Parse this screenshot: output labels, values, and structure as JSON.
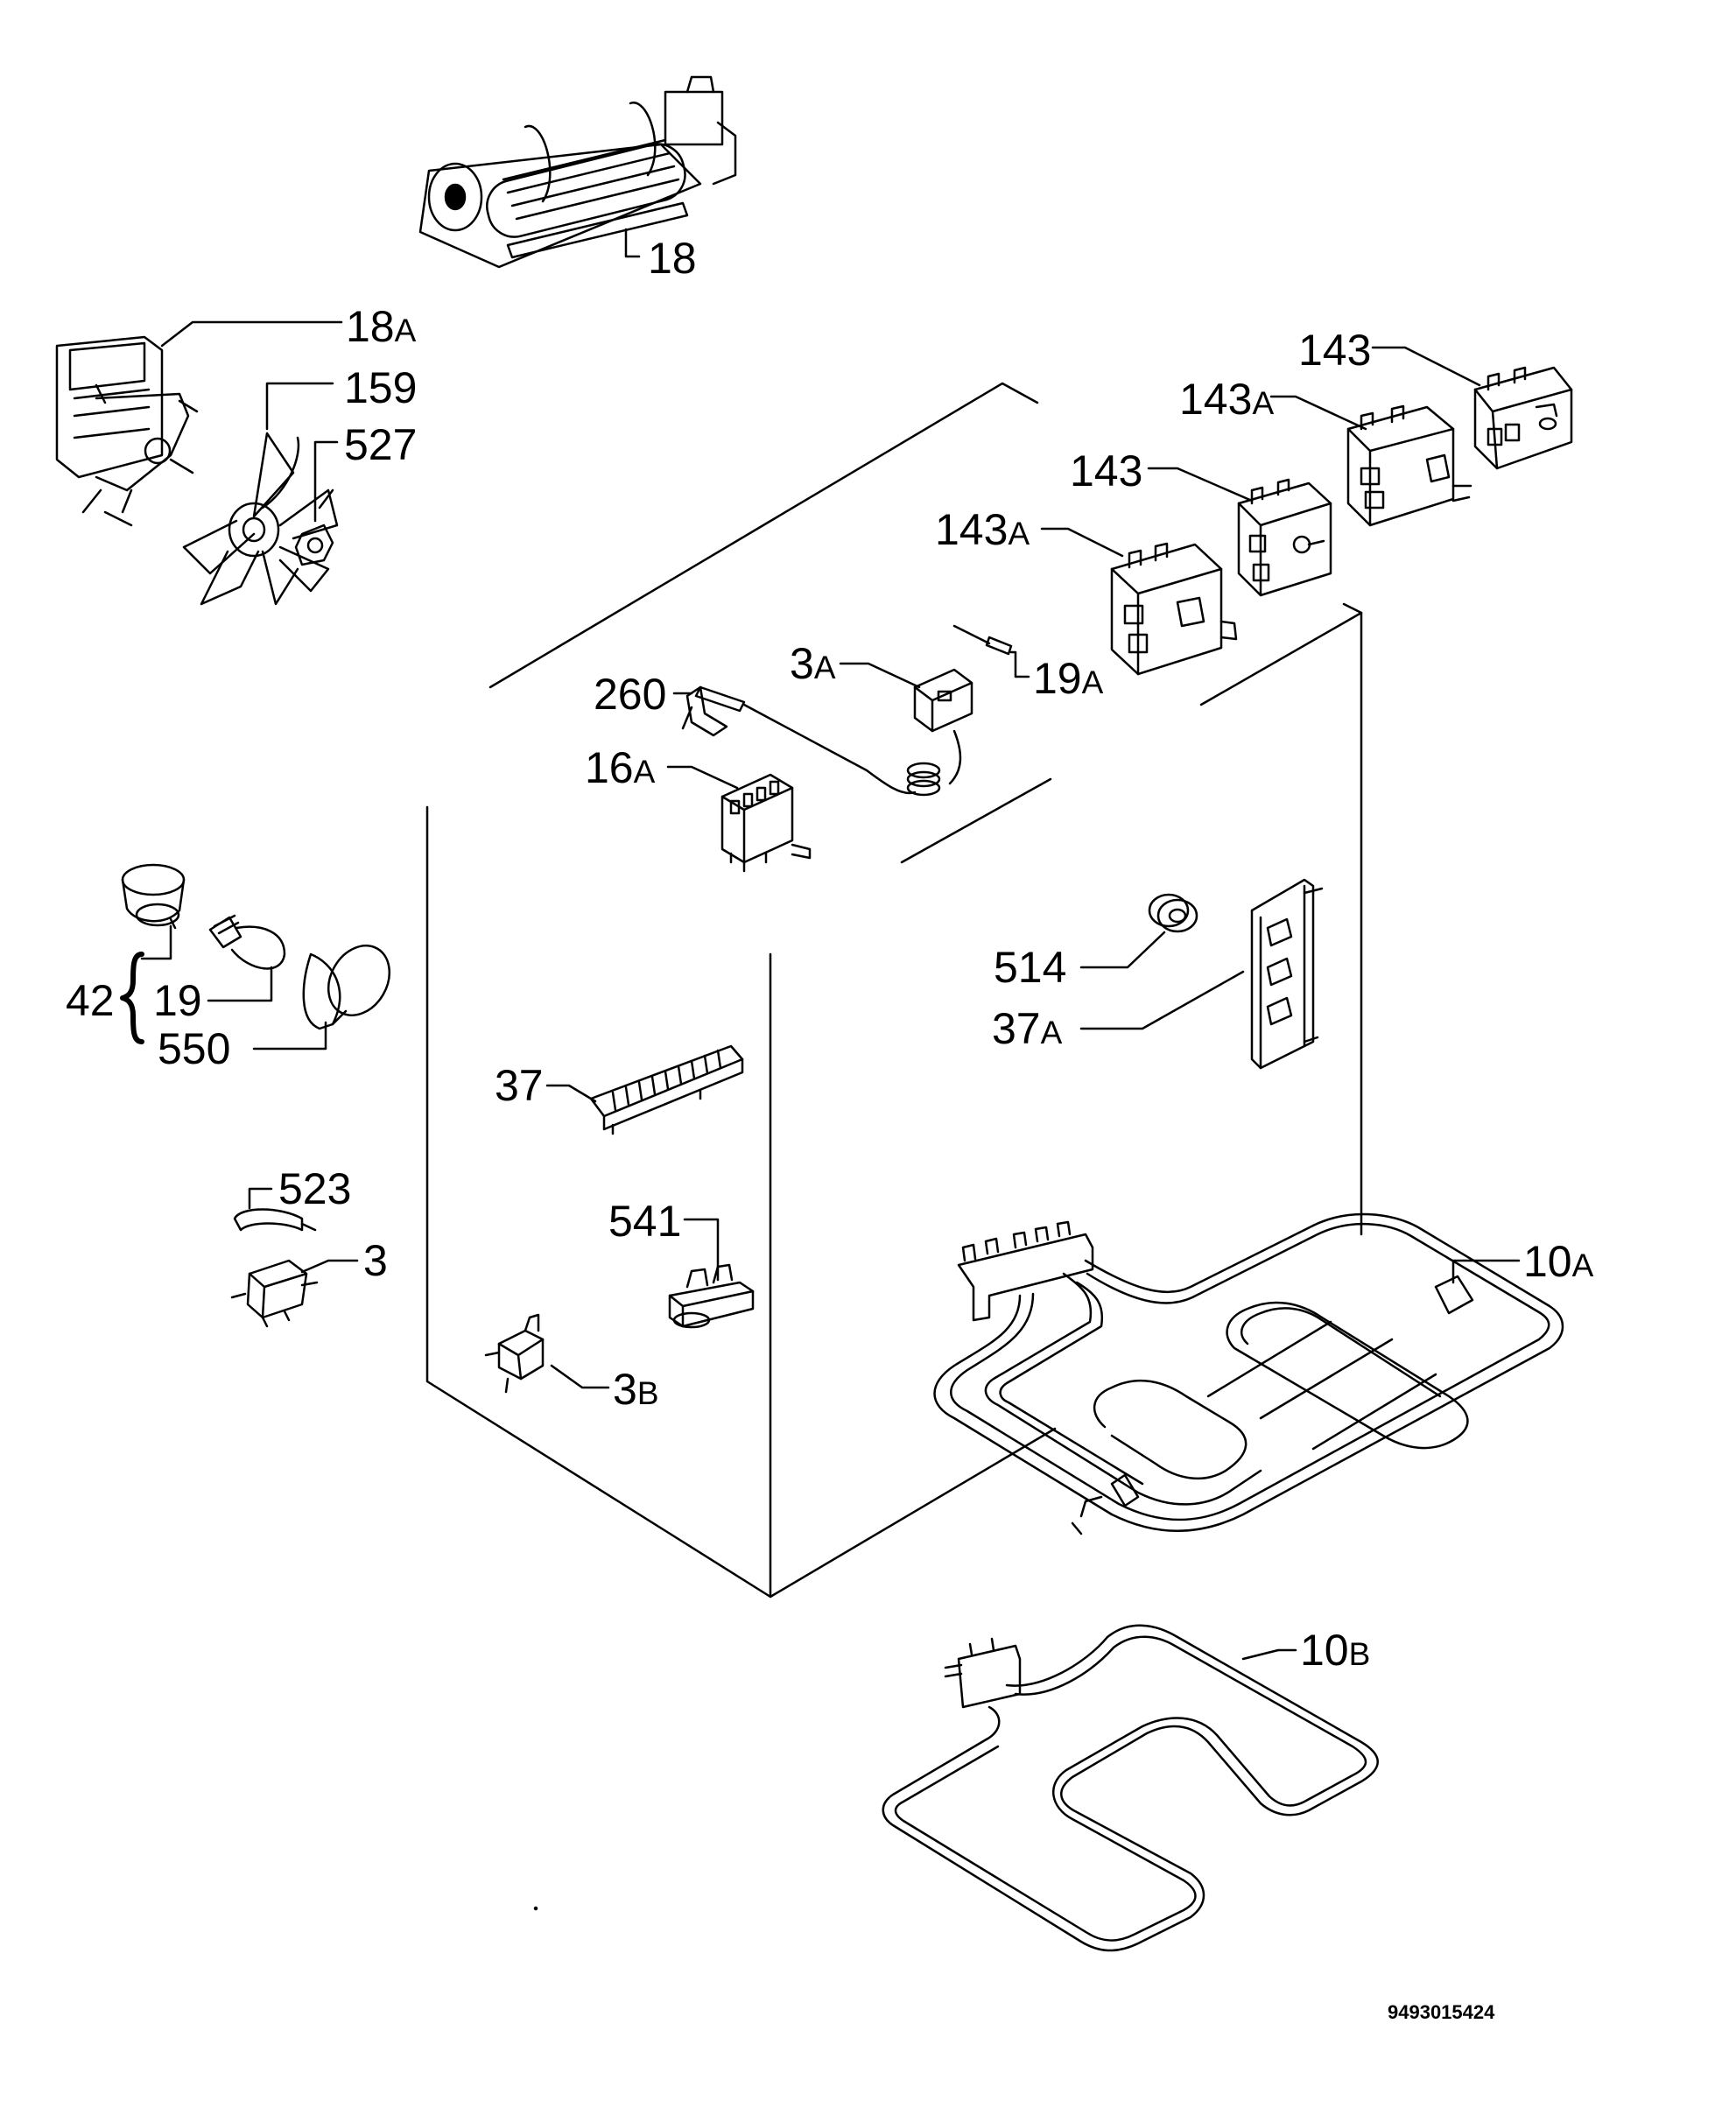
{
  "labels": {
    "p18": "18",
    "p18a": "18",
    "p18a_s": "A",
    "p159": "159",
    "p527": "527",
    "p143_top": "143",
    "p143a_top": "143",
    "p143a_top_s": "A",
    "p143_mid": "143",
    "p143a_mid": "143",
    "p143a_mid_s": "A",
    "p3a": "3",
    "p3a_s": "A",
    "p19a": "19",
    "p19a_s": "A",
    "p260": "260",
    "p16a": "16",
    "p16a_s": "A",
    "p42": "42",
    "p19": "19",
    "p550": "550",
    "p514": "514",
    "p37a": "37",
    "p37a_s": "A",
    "p37": "37",
    "p523": "523",
    "p3": "3",
    "p541": "541",
    "p10a": "10",
    "p10a_s": "A",
    "p3b": "3",
    "p3b_s": "B",
    "p10b": "10",
    "p10b_s": "B"
  },
  "document_number": "9493015424"
}
